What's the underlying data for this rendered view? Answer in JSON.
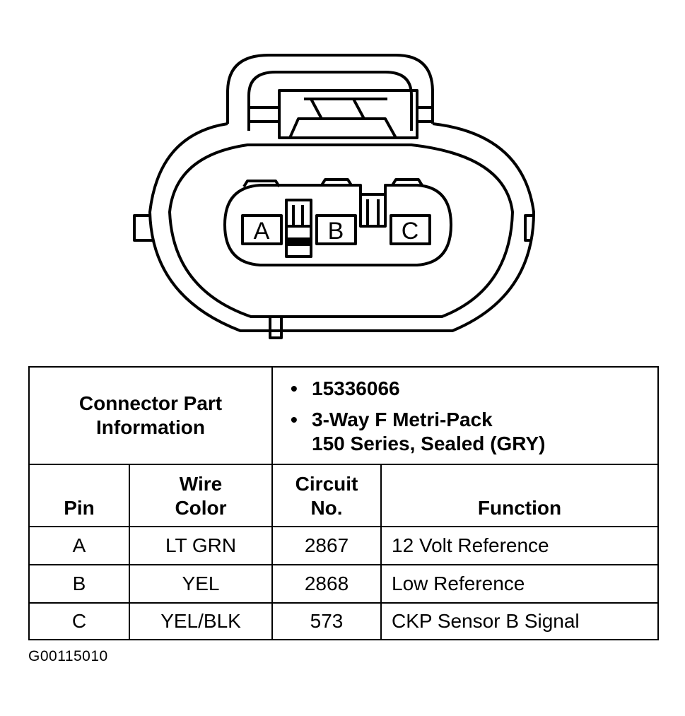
{
  "connector": {
    "pins": [
      "A",
      "B",
      "C"
    ]
  },
  "table": {
    "part_info_header": "Connector Part Information",
    "part_info_items": [
      {
        "line1": "15336066",
        "line2": ""
      },
      {
        "line1": "3-Way F Metri-Pack",
        "line2": "150 Series, Sealed (GRY)"
      }
    ],
    "columns": {
      "pin": "Pin",
      "wire_color_line1": "Wire",
      "wire_color_line2": "Color",
      "circuit_line1": "Circuit",
      "circuit_line2": "No.",
      "function": "Function"
    },
    "rows": [
      {
        "pin": "A",
        "wire_color": "LT GRN",
        "circuit": "2867",
        "function": "12 Volt Reference"
      },
      {
        "pin": "B",
        "wire_color": "YEL",
        "circuit": "2868",
        "function": "Low Reference"
      },
      {
        "pin": "C",
        "wire_color": "YEL/BLK",
        "circuit": "573",
        "function": "CKP Sensor B Signal"
      }
    ]
  },
  "footer": {
    "code": "G00115010"
  }
}
